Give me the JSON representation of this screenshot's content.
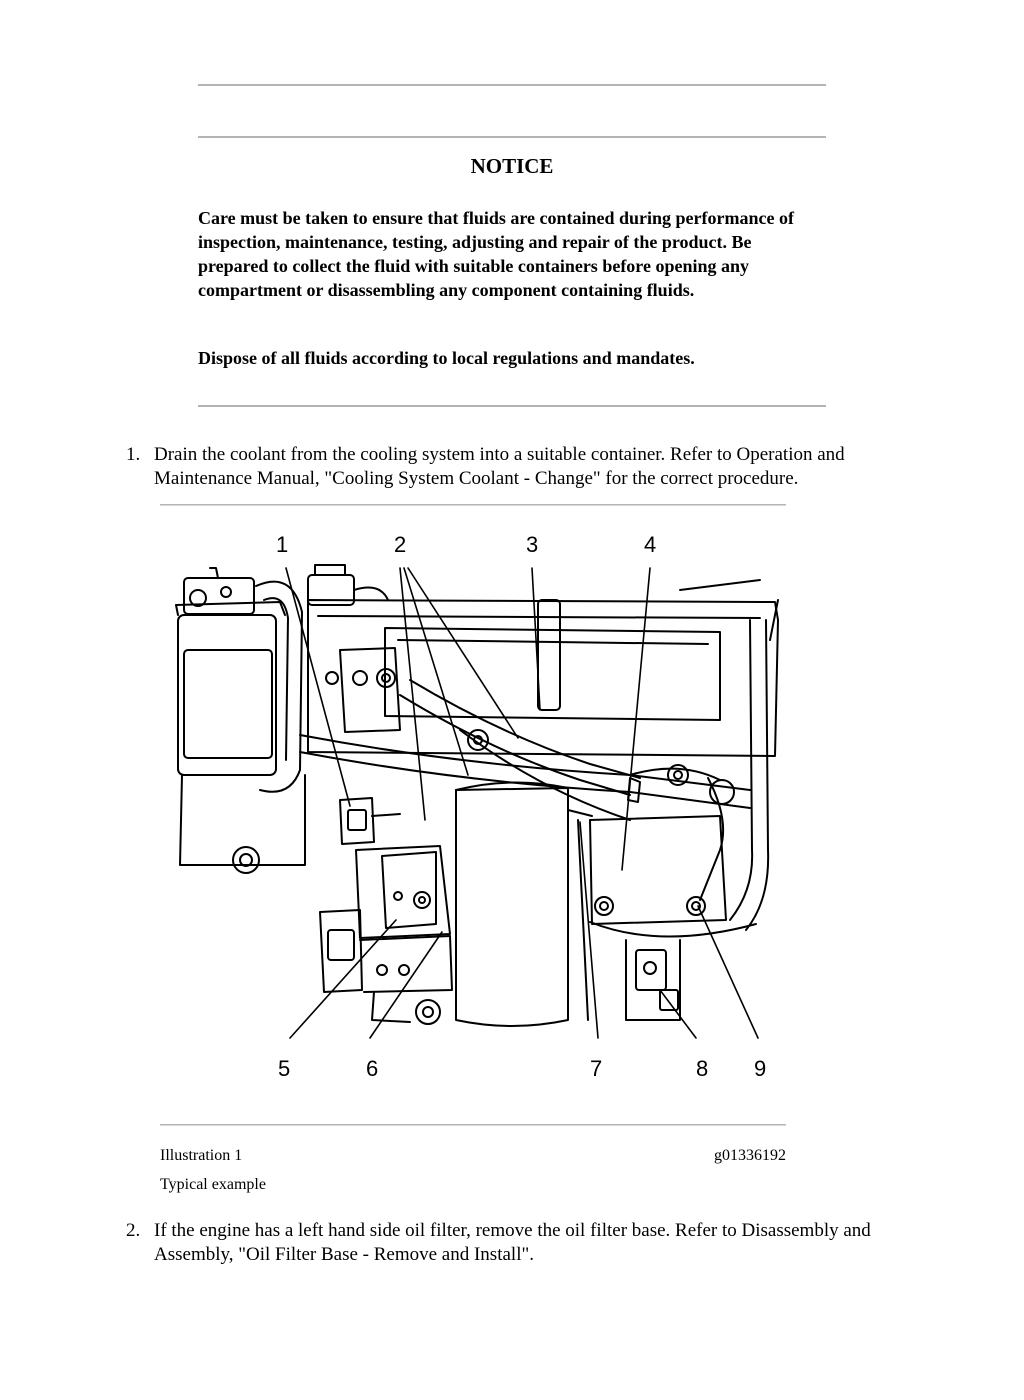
{
  "notice": {
    "title": "NOTICE",
    "paragraph_1": "Care must be taken to ensure that fluids are contained during performance of inspection, maintenance, testing, adjusting and repair of the product. Be prepared to collect the fluid with suitable containers before opening any compartment or disassembling any component containing fluids.",
    "paragraph_2": "Dispose of all fluids according to local regulations and mandates."
  },
  "steps": [
    {
      "number": "1.",
      "text": "Drain the coolant from the cooling system into a suitable container. Refer to Operation and Maintenance Manual, \"Cooling System Coolant - Change\" for the correct procedure."
    },
    {
      "number": "2.",
      "text": "If the engine has a left hand side oil filter, remove the oil filter base. Refer to Disassembly and Assembly, \"Oil Filter Base - Remove and Install\"."
    }
  ],
  "illustration": {
    "label": "Illustration 1",
    "id": "g01336192",
    "caption": "Typical example",
    "callouts": [
      "1",
      "2",
      "3",
      "4",
      "5",
      "6",
      "7",
      "8",
      "9"
    ]
  }
}
